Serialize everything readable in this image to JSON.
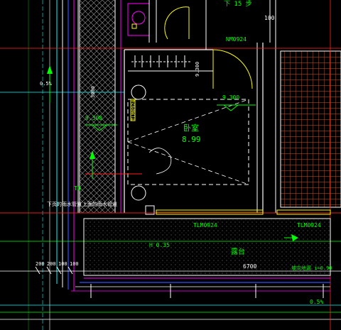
{
  "drawing": {
    "room_name": "卧室",
    "room_area": "8.99",
    "balcony_name": "露台",
    "elevation_main": "9.300",
    "elevation_left": "9.300",
    "elevation_top": "9.300",
    "door_code": "NM0924",
    "window_code_left": "TLM0924",
    "window_code_right": "TLM0924",
    "window_code_side": "TLM0924",
    "note_top": "下 15 步",
    "note_down": "下页的雨水管道",
    "note_rain": "上面的雨水管道",
    "tq_label": "TQ",
    "slope_left": "0.5%",
    "slope_mid": "H 0.35",
    "slope_bottom": "0.5%",
    "slope_right": "坡向地漏 i=0.90",
    "dim_bottom_1": "200",
    "dim_bottom_2": "200",
    "dim_bottom_3": "100",
    "dim_bottom_4": "100",
    "dim_main": "6700",
    "dim_top_right": "100",
    "dim_col_label": "3000",
    "colors": {
      "wall_white": "#ffffff",
      "yellow": "#ffff00",
      "cyan": "#00ffff",
      "red": "#ff2020",
      "green": "#00ff00",
      "magenta": "#ff00ff",
      "blue": "#3050ff",
      "brown": "#c85a28",
      "grey": "#7f7f7f"
    }
  }
}
